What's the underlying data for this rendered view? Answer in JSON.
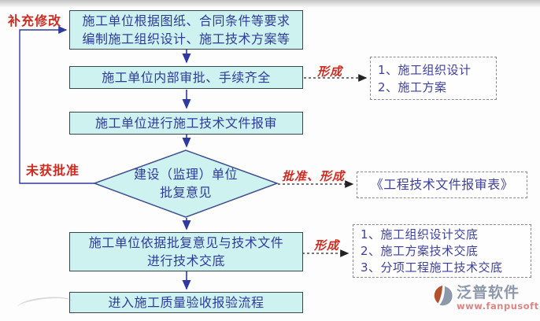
{
  "nodes": {
    "box1": {
      "line1": "施工单位根据图纸、合同条件等要求",
      "line2": "编制施工组织设计、施工技术方案等"
    },
    "box2": {
      "label": "施工单位内部审批、手续齐全"
    },
    "box3": {
      "label": "施工单位进行施工技术文件报审"
    },
    "decision": {
      "line1": "建设（监理）单位",
      "line2": "批复意见"
    },
    "box4": {
      "line1": "施工单位依据批复意见与技术文件",
      "line2": "进行技术交底"
    },
    "box5": {
      "label": "进入施工质量验收报验流程"
    }
  },
  "outputs": {
    "output1": {
      "items": [
        "1、施工组织设计",
        "2、施工方案"
      ]
    },
    "output2": {
      "label": "《工程技术文件报审表》"
    },
    "output3": {
      "items": [
        "1、施工组织设计交底",
        "2、施工方案技术交底",
        "3、分项工程施工技术交底"
      ]
    }
  },
  "edge_labels": {
    "supplement_modify": "补充修改",
    "not_approved": "未获批准",
    "form_top": "形成",
    "approved_form": "批准、形成",
    "form_bottom": "形成"
  },
  "watermark": {
    "brand": "泛普软件",
    "url": "www.fanpusoft.com"
  },
  "colors": {
    "box_fill": "#cdf2ef",
    "box_border": "#37474f",
    "text_navy": "#2e3a9e",
    "label_red": "#cf2b20",
    "dashed_border": "#8a8a8a",
    "arrow_navy": "#2e3a9e",
    "watermark_grey": "#8d98ab",
    "watermark_pink": "#dd8585"
  }
}
